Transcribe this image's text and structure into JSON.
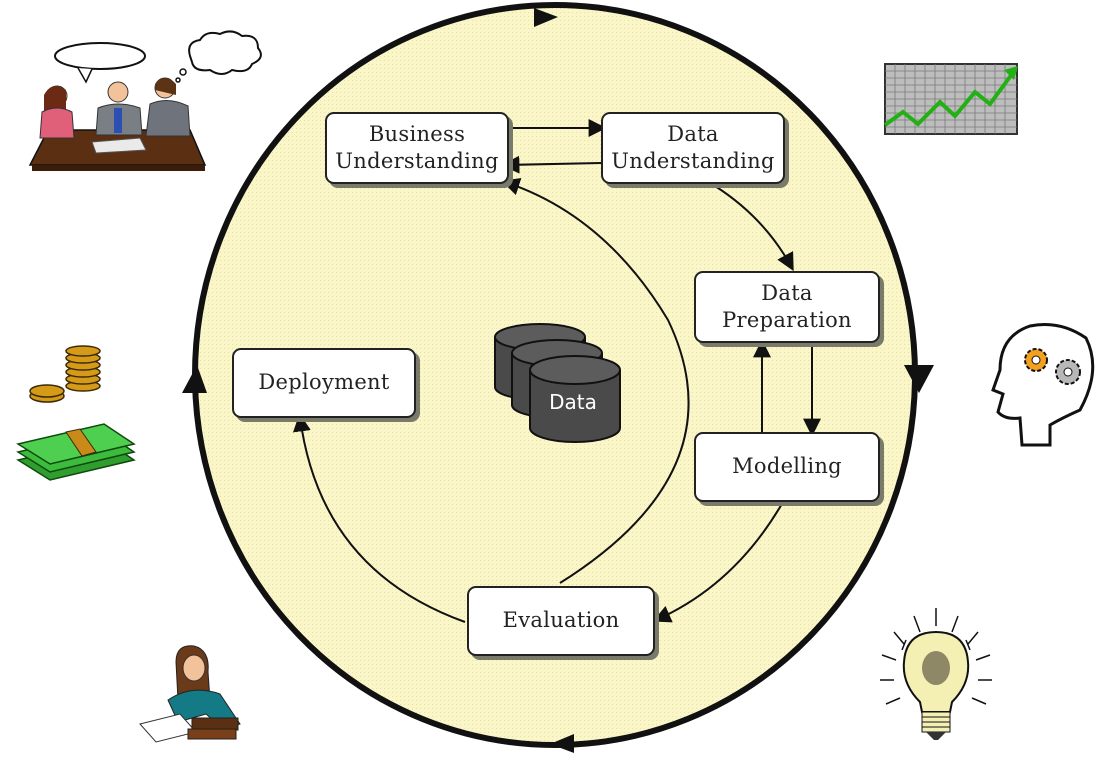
{
  "diagram": {
    "center_label": "Data",
    "phases": {
      "business_understanding": {
        "line1": "Business",
        "line2": "Understanding"
      },
      "data_understanding": {
        "line1": "Data",
        "line2": "Understanding"
      },
      "data_preparation": {
        "line1": "Data",
        "line2": "Preparation"
      },
      "modelling": {
        "label": "Modelling"
      },
      "evaluation": {
        "label": "Evaluation"
      },
      "deployment": {
        "label": "Deployment"
      }
    },
    "colors": {
      "circle_fill": "#fbf6c8",
      "outline": "#111111",
      "cylinder": "#4a4a4a",
      "box_shadow": "#7a7a6a"
    }
  }
}
